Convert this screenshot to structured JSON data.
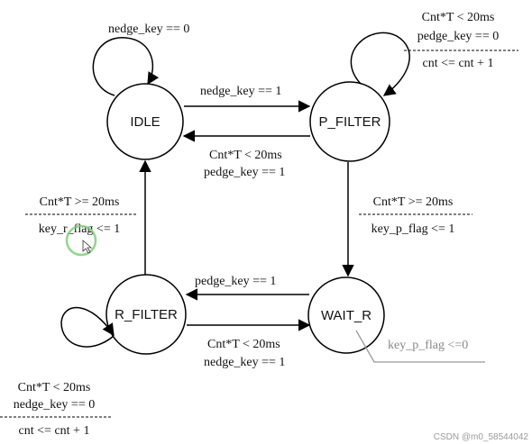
{
  "states": {
    "idle": "IDLE",
    "p_filter": "P_FILTER",
    "wait_r": "WAIT_R",
    "r_filter": "R_FILTER"
  },
  "transitions": {
    "idle_self": "nedge_key == 0",
    "idle_to_pfilter": "nedge_key == 1",
    "pfilter_to_idle": [
      "Cnt*T < 20ms",
      "pedge_key == 1"
    ],
    "pfilter_self": [
      "Cnt*T < 20ms",
      "pedge_key == 0"
    ],
    "pfilter_self_action": "cnt <= cnt + 1",
    "pfilter_to_waitr": "Cnt*T >= 20ms",
    "pfilter_to_waitr_action": "key_p_flag <= 1",
    "waitr_to_rfilter": "pedge_key == 1",
    "rfilter_to_waitr": [
      "Cnt*T < 20ms",
      "nedge_key == 1"
    ],
    "rfilter_to_idle": "Cnt*T >= 20ms",
    "rfilter_to_idle_action": "key_r_flag <= 1",
    "rfilter_self": [
      "Cnt*T < 20ms",
      "nedge_key == 0"
    ],
    "rfilter_self_action": "cnt <= cnt + 1",
    "waitr_note": "key_p_flag <=0"
  },
  "watermark": "CSDN @m0_58544042"
}
